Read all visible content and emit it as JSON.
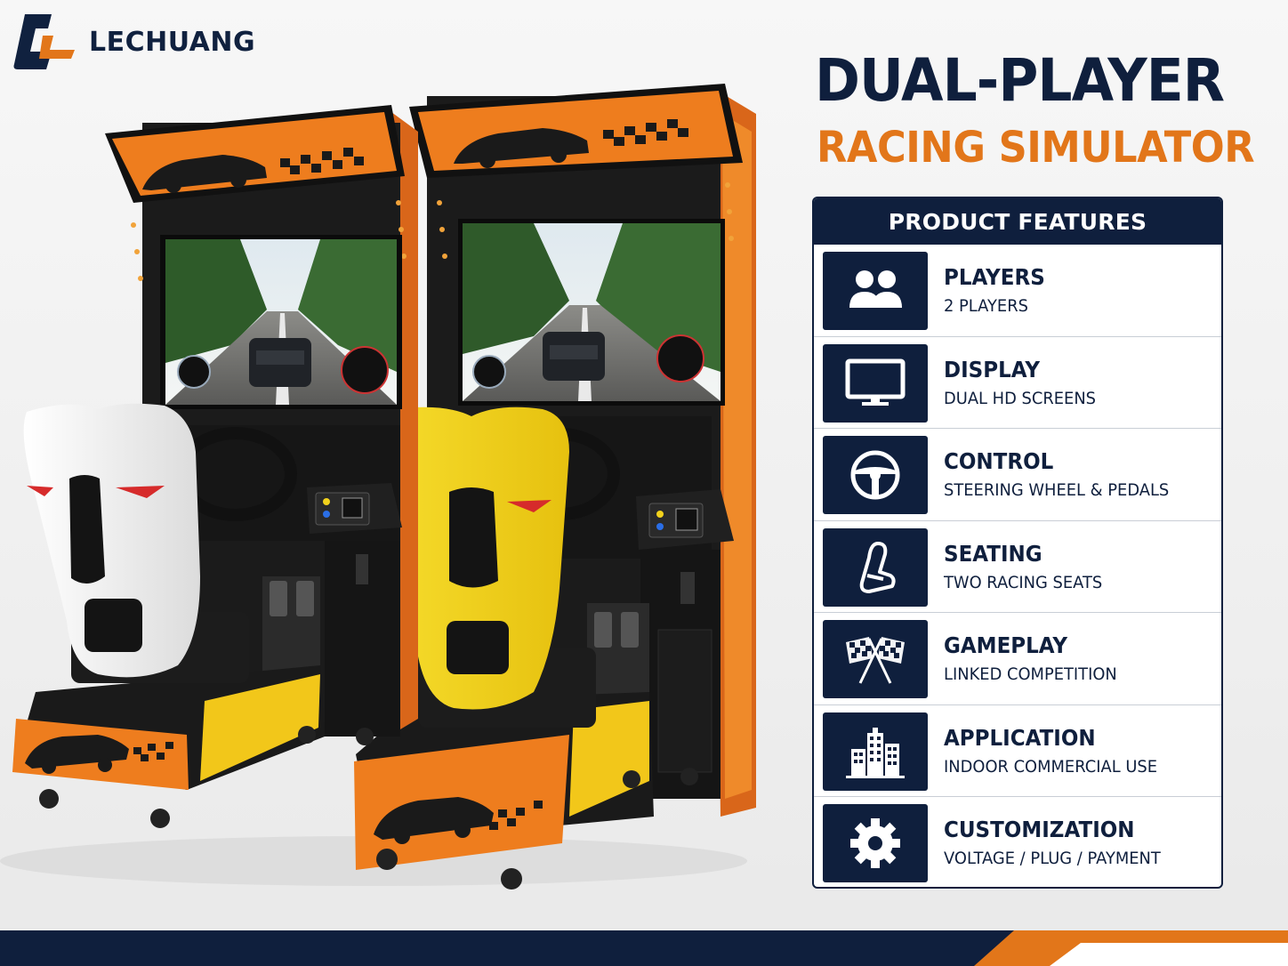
{
  "brand": {
    "name": "LECHUANG"
  },
  "title": {
    "line1": "DUAL-PLAYER",
    "line2": "RACING SIMULATOR"
  },
  "features": {
    "header": "PRODUCT FEATURES",
    "items": [
      {
        "label": "PLAYERS",
        "value": "2 PLAYERS",
        "icon": "users-icon"
      },
      {
        "label": "DISPLAY",
        "value": "DUAL HD SCREENS",
        "icon": "monitor-icon"
      },
      {
        "label": "CONTROL",
        "value": "STEERING WHEEL & PEDALS",
        "icon": "steering-wheel-icon"
      },
      {
        "label": "SEATING",
        "value": "TWO RACING SEATS",
        "icon": "seat-icon"
      },
      {
        "label": "GAMEPLAY",
        "value": "LINKED COMPETITION",
        "icon": "checkered-flags-icon"
      },
      {
        "label": "APPLICATION",
        "value": "INDOOR COMMERCIAL USE",
        "icon": "buildings-icon"
      },
      {
        "label": "CUSTOMIZATION",
        "value": "VOLTAGE / PLUG / PAYMENT",
        "icon": "gear-icon"
      }
    ]
  },
  "colors": {
    "navy": "#0f1f3d",
    "orange": "#e2761a",
    "yellow": "#f2d21c",
    "white": "#ffffff"
  }
}
